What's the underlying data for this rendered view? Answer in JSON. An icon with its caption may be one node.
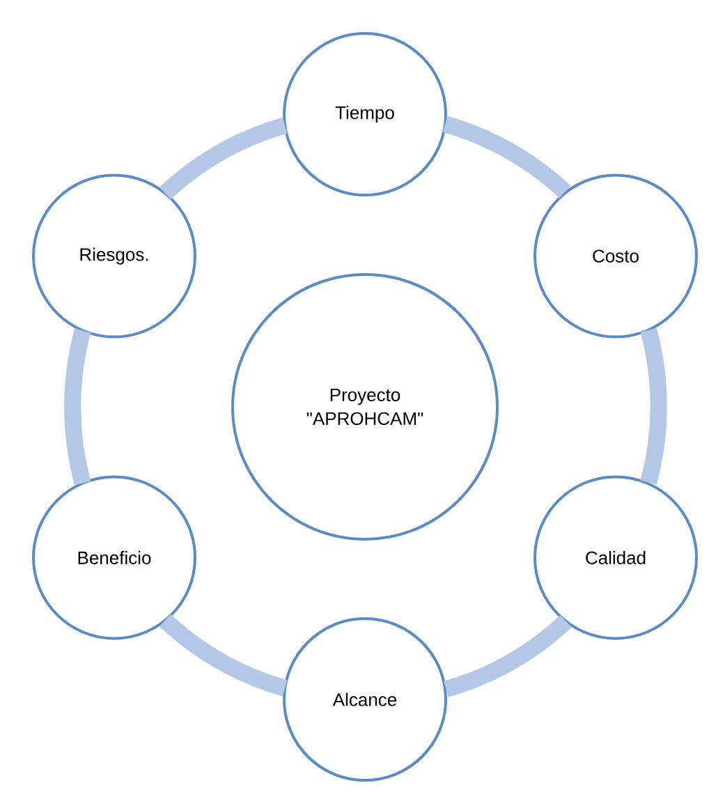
{
  "diagram": {
    "nodes": [
      {
        "text": [
          "Tiempo"
        ]
      },
      {
        "text": [
          "Riesgos."
        ]
      },
      {
        "text": [
          "Costo"
        ]
      },
      {
        "text": [
          "Proyecto \"APROHCAM\""
        ]
      },
      {
        "text": [
          "Beneficio"
        ]
      },
      {
        "text": [
          "Calidad"
        ]
      },
      {
        "text": [
          "Alcance"
        ]
      }
    ],
    "edges": [
      {
        "from": 0,
        "to": 2,
        "arrow": "none"
      },
      {
        "from": 2,
        "to": 5,
        "arrow": "none"
      },
      {
        "from": 5,
        "to": 6,
        "arrow": "none"
      },
      {
        "from": 6,
        "to": 4,
        "arrow": "none"
      },
      {
        "from": 4,
        "to": 1,
        "arrow": "none"
      },
      {
        "from": 1,
        "to": 0,
        "arrow": "none"
      }
    ]
  }
}
